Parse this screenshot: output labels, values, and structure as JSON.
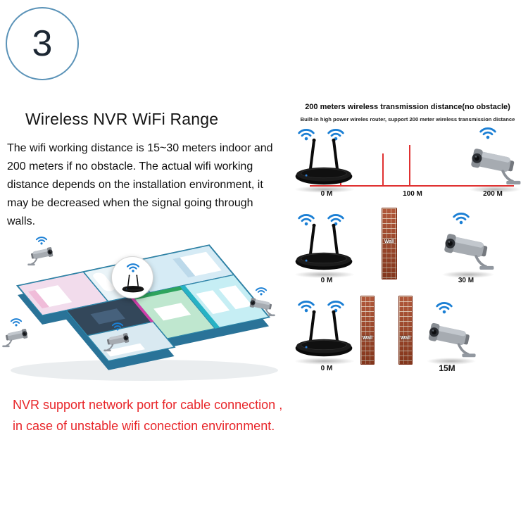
{
  "page": {
    "badge_number": "3",
    "title": "Wireless NVR WiFi Range",
    "body": "The wifi working distance is 15~30 meters indoor and 200 meters if no obstacle. The actual wifi working distance depends on the installation environment, it may be decreased when the signal going through walls.",
    "footer_line1": "NVR support network port for cable connection ,",
    "footer_line2": "in case of unstable wifi conection environment."
  },
  "range_panel": {
    "title": "200 meters wireless transmission distance(no obstacle)",
    "subtitle": "Built-in high power wireles router, support 200 meter wireless transmission distance",
    "diagrams": [
      {
        "name": "no obstacle",
        "marks": [
          "0 M",
          "100 M",
          "200 M"
        ],
        "walls": []
      },
      {
        "name": "one wall",
        "marks": [
          "0 M",
          "30 M"
        ],
        "walls": [
          "Wall"
        ]
      },
      {
        "name": "two walls",
        "marks": [
          "0 M",
          "15M"
        ],
        "walls": [
          "Wall",
          "Wall"
        ]
      }
    ]
  },
  "colors": {
    "ruler_red": "#e03131",
    "wifi_blue": "#1b7fd4",
    "footer_red": "#e8262a",
    "house_wall_teal": "#2e84a8"
  }
}
